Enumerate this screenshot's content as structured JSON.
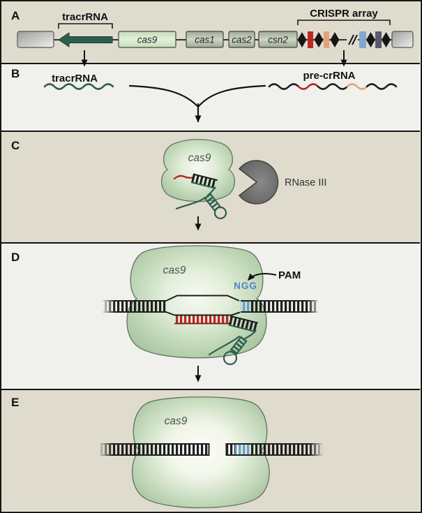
{
  "figure_title": "CRISPR-Cas9 mechanism diagram",
  "colors": {
    "panel_beige": "#dfdbcd",
    "panel_light": "#f0f0ed",
    "dark_green": "#2e5f4e",
    "cas9_gene_green": "#cfe3c6",
    "gene_gray_green": "#a9b29f",
    "spacer_red": "#bf2726",
    "spacer_orange": "#e2a277",
    "spacer_blue": "#7fa8cc",
    "spacer_navy": "#565a70",
    "pam_blue": "#6f9ecb",
    "ngg_text_blue": "#4d86c8",
    "rnase_gray": "#717171",
    "dna_black": "#1f1f1f",
    "crrna_red": "#b92525",
    "blob_green_edge": "#a7c5a1"
  },
  "panel_a": {
    "label": "A",
    "tracrrna_gene_label": "tracrRNA",
    "crispr_array_label": "CRISPR array",
    "genes": [
      {
        "name": "cas9"
      },
      {
        "name": "cas1"
      },
      {
        "name": "cas2"
      },
      {
        "name": "csn2"
      }
    ],
    "spacer_colors": [
      "#bf2726",
      "#e2a277",
      "#7fa8cc",
      "#565a70"
    ],
    "repeat_count": 5
  },
  "panel_b": {
    "label": "B",
    "tracrrna_label": "tracrRNA",
    "pre_crrna_label": "pre-crRNA"
  },
  "panel_c": {
    "label": "C",
    "cas9_label": "cas9",
    "rnase_label": "RNase III"
  },
  "panel_d": {
    "label": "D",
    "cas9_label": "cas9",
    "pam_label": "PAM",
    "ngg_label": "NGG"
  },
  "panel_e": {
    "label": "E",
    "cas9_label": "cas9"
  }
}
